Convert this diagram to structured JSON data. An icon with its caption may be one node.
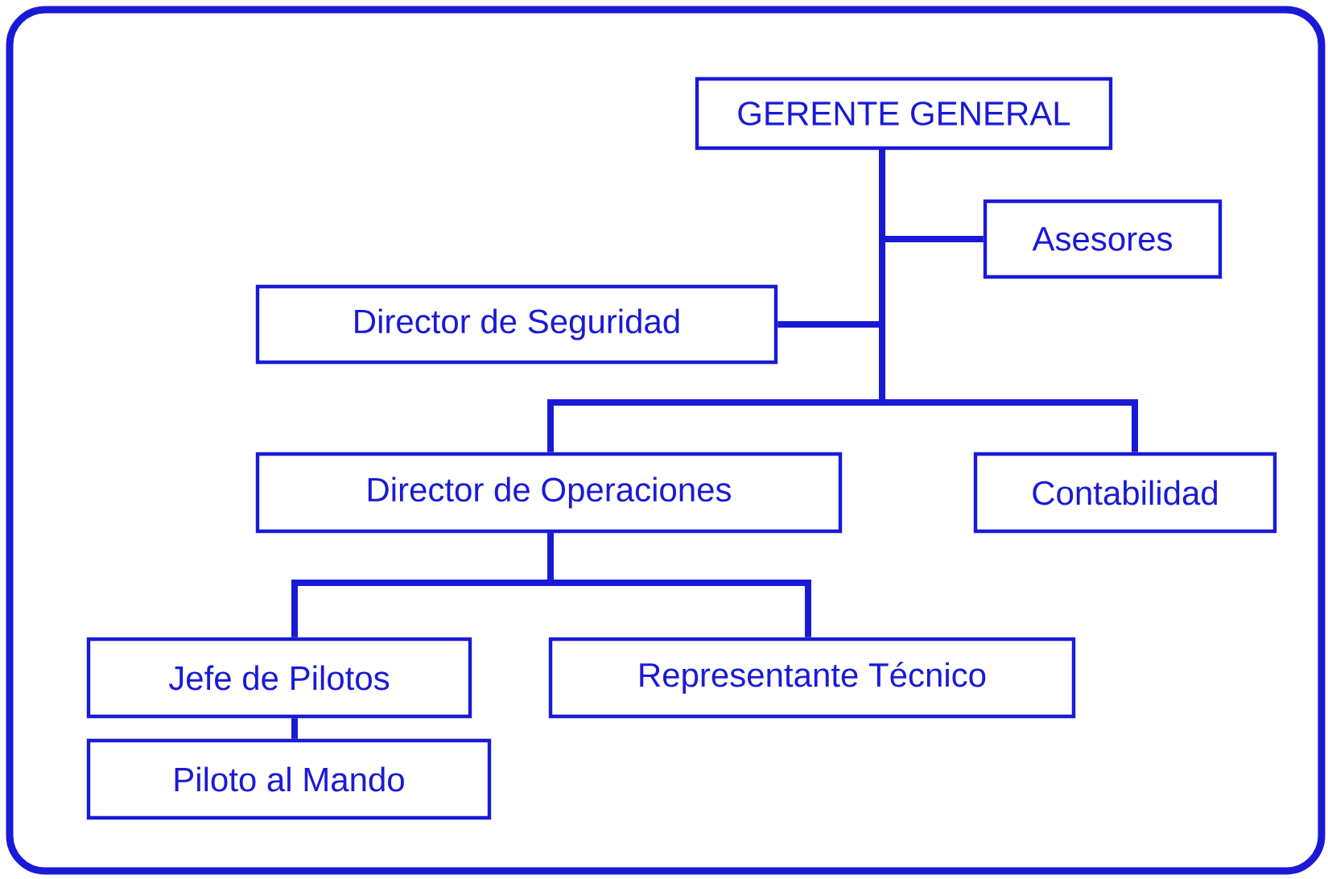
{
  "diagram": {
    "nodes": [
      {
        "text": [
          "GERENTE GENERAL"
        ]
      },
      {
        "text": [
          "Asesores"
        ]
      },
      {
        "text": [
          "Director de Seguridad"
        ]
      },
      {
        "text": [
          "Director de Operaciones"
        ]
      },
      {
        "text": [
          "Contabilidad"
        ]
      },
      {
        "text": [
          "Jefe de Pilotos"
        ]
      },
      {
        "text": [
          "Representante Técnico"
        ]
      },
      {
        "text": [
          "Piloto al Mando"
        ]
      }
    ],
    "edges": [
      {
        "from": 0,
        "to": 1,
        "arrow": "none"
      },
      {
        "from": 0,
        "to": 2,
        "arrow": "none"
      },
      {
        "from": 0,
        "to": 3,
        "arrow": "none"
      },
      {
        "from": 0,
        "to": 4,
        "arrow": "none"
      },
      {
        "from": 3,
        "to": 5,
        "arrow": "none"
      },
      {
        "from": 3,
        "to": 6,
        "arrow": "none"
      },
      {
        "from": 5,
        "to": 7,
        "arrow": "none"
      }
    ]
  }
}
